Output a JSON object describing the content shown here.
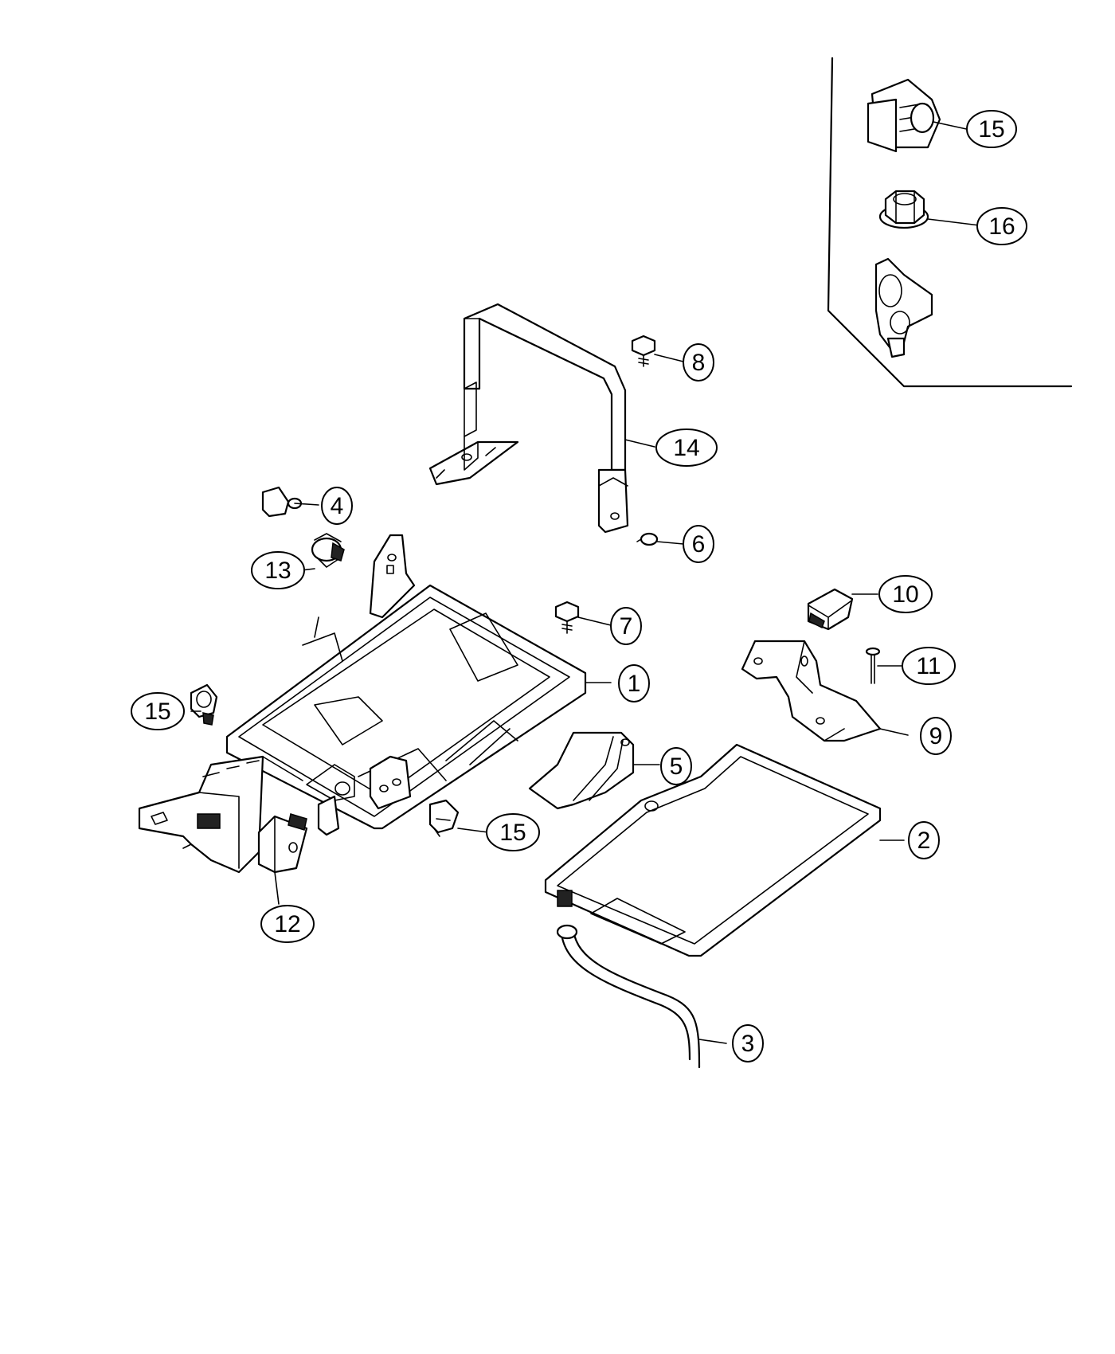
{
  "callouts": [
    {
      "id": "c1",
      "label": "1"
    },
    {
      "id": "c2",
      "label": "2"
    },
    {
      "id": "c3",
      "label": "3"
    },
    {
      "id": "c4",
      "label": "4"
    },
    {
      "id": "c5",
      "label": "5"
    },
    {
      "id": "c6",
      "label": "6"
    },
    {
      "id": "c7",
      "label": "7"
    },
    {
      "id": "c8",
      "label": "8"
    },
    {
      "id": "c9",
      "label": "9"
    },
    {
      "id": "c10",
      "label": "10"
    },
    {
      "id": "c11",
      "label": "11"
    },
    {
      "id": "c12",
      "label": "12"
    },
    {
      "id": "c13",
      "label": "13"
    },
    {
      "id": "c14",
      "label": "14"
    },
    {
      "id": "c15a",
      "label": "15"
    },
    {
      "id": "c15b",
      "label": "15"
    },
    {
      "id": "c15c",
      "label": "15"
    },
    {
      "id": "c16",
      "label": "16"
    }
  ]
}
